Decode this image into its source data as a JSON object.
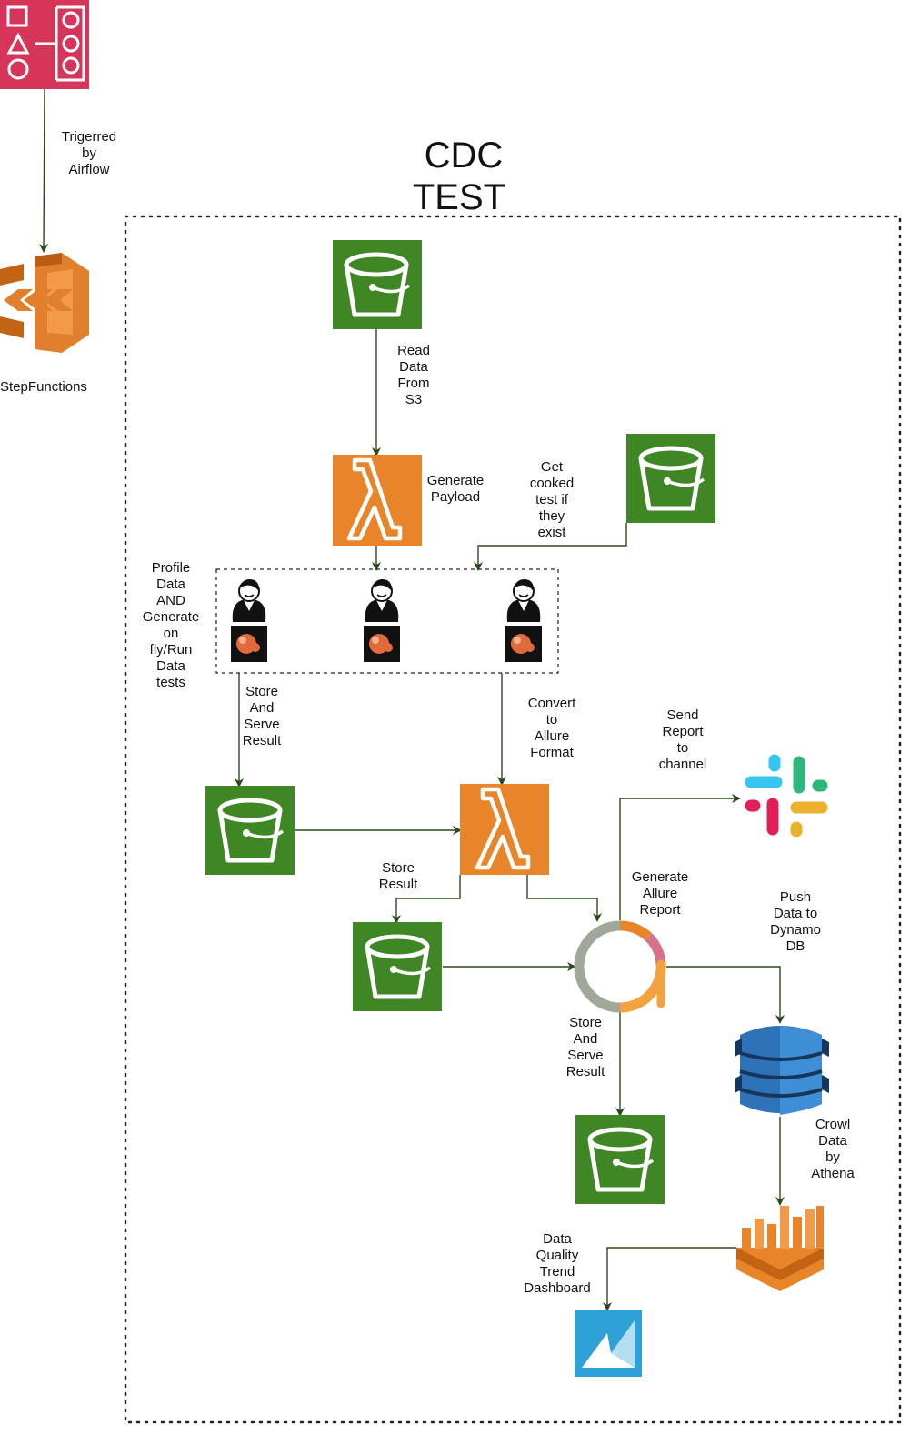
{
  "diagram_title": [
    "CDC",
    "TEST"
  ],
  "nodes": {
    "airflow": {
      "label": ""
    },
    "stepfunctions": {
      "label": "StepFunctions"
    },
    "s3_source": {
      "label": ""
    },
    "lambda_generate": {
      "label": ""
    },
    "s3_cooked": {
      "label": ""
    },
    "ge_runners": {
      "label": ""
    },
    "s3_results": {
      "label": ""
    },
    "lambda_convert": {
      "label": ""
    },
    "s3_store_result": {
      "label": ""
    },
    "allure": {
      "label": ""
    },
    "slack": {
      "label": ""
    },
    "s3_allure_report": {
      "label": ""
    },
    "dynamodb": {
      "label": ""
    },
    "athena": {
      "label": ""
    },
    "quicksight": {
      "label": ""
    }
  },
  "edge_labels": {
    "triggered_by_airflow": [
      "Trigerred",
      "by",
      "Airflow"
    ],
    "read_data_from_s3": [
      "Read",
      "Data",
      "From",
      "S3"
    ],
    "generate_payload": [
      "Generate",
      "Payload"
    ],
    "get_cooked_tests": [
      "Get",
      "cooked",
      "test if",
      "they",
      "exist"
    ],
    "profile_data": [
      "Profile",
      "Data",
      "AND",
      "Generate",
      "on",
      "fly/Run",
      "Data",
      "tests"
    ],
    "store_and_serve_result_1": [
      "Store",
      "And",
      "Serve",
      "Result"
    ],
    "convert_to_allure": [
      "Convert",
      "to",
      "Allure",
      "Format"
    ],
    "send_report_to_channel": [
      "Send",
      "Report",
      "to",
      "channel"
    ],
    "store_result": [
      "Store",
      "Result"
    ],
    "generate_allure_report": [
      "Generate",
      "Allure",
      "Report"
    ],
    "push_data_to_dynamodb": [
      "Push",
      "Data to",
      "Dynamo",
      "DB"
    ],
    "store_and_serve_result_2": [
      "Store",
      "And",
      "Serve",
      "Result"
    ],
    "crowl_data_by_athena": [
      "Crowl",
      "Data",
      "by",
      "Athena"
    ],
    "data_quality_trend_dashboard": [
      "Data",
      "Quality",
      "Trend",
      "Dashboard"
    ]
  },
  "colors": {
    "s3_green": "#3F8624",
    "lambda_orange": "#E8842A",
    "airflow_red": "#D6355A",
    "stepfunctions_orange": "#E07F2C",
    "dynamo_blue": "#2E73B8",
    "athena_orange": "#E8842A",
    "quicksight_blue": "#2EA1D6",
    "edge_color": "#2a4a1a",
    "frame_color": "#222222"
  },
  "icons": {
    "airflow": "airflow-icon",
    "stepfunctions": "stepfunctions-icon",
    "s3": "s3-bucket-icon",
    "lambda": "lambda-icon",
    "great_expectations": "great-expectations-icon",
    "allure": "allure-icon",
    "slack": "slack-icon",
    "dynamodb": "dynamodb-icon",
    "athena": "athena-icon",
    "quicksight": "quicksight-icon"
  }
}
